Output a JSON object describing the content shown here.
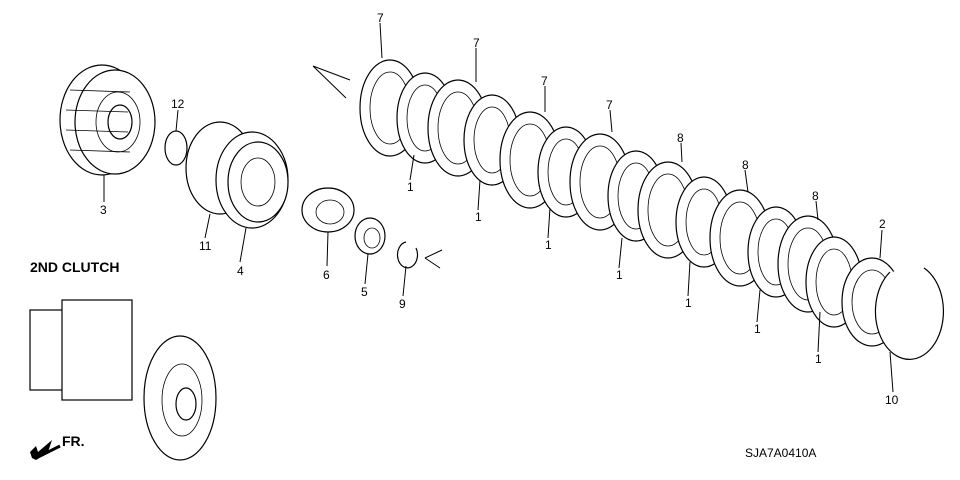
{
  "diagram": {
    "heading": "2ND CLUTCH",
    "front_label": "FR.",
    "diagram_code": "SJA7A0410A",
    "callouts": {
      "c3": "3",
      "c12": "12",
      "c11": "11",
      "c4": "4",
      "c6": "6",
      "c5": "5",
      "c9": "9",
      "c7a": "7",
      "c7b": "7",
      "c7c": "7",
      "c7d": "7",
      "c8a": "8",
      "c8b": "8",
      "c8c": "8",
      "c1a": "1",
      "c1b": "1",
      "c1c": "1",
      "c1d": "1",
      "c1e": "1",
      "c1f": "1",
      "c1g": "1",
      "c2": "2",
      "c10": "10"
    }
  }
}
